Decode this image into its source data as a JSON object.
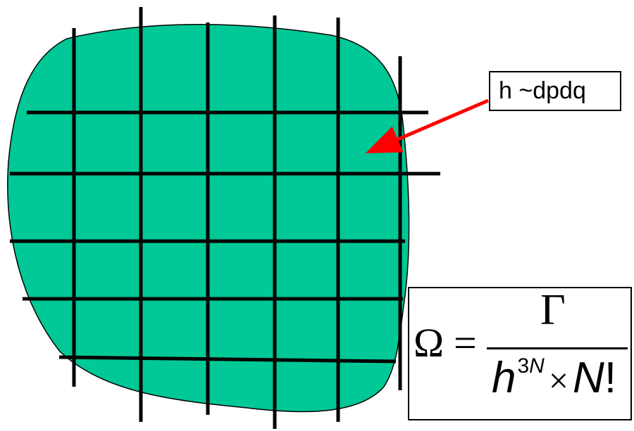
{
  "colors": {
    "blob_fill": "#00C896",
    "grid": "#000000",
    "arrow": "#FF0000",
    "box_border": "#000000"
  },
  "cell_label": {
    "text": "h ~dpdq"
  },
  "formula": {
    "lhs": "Ω",
    "equals": "=",
    "numerator": "Γ",
    "denominator": {
      "base": "h",
      "exponent_number": "3",
      "exponent_symbol": "N",
      "times": "×",
      "factorial_var": "N",
      "factorial": "!"
    }
  }
}
